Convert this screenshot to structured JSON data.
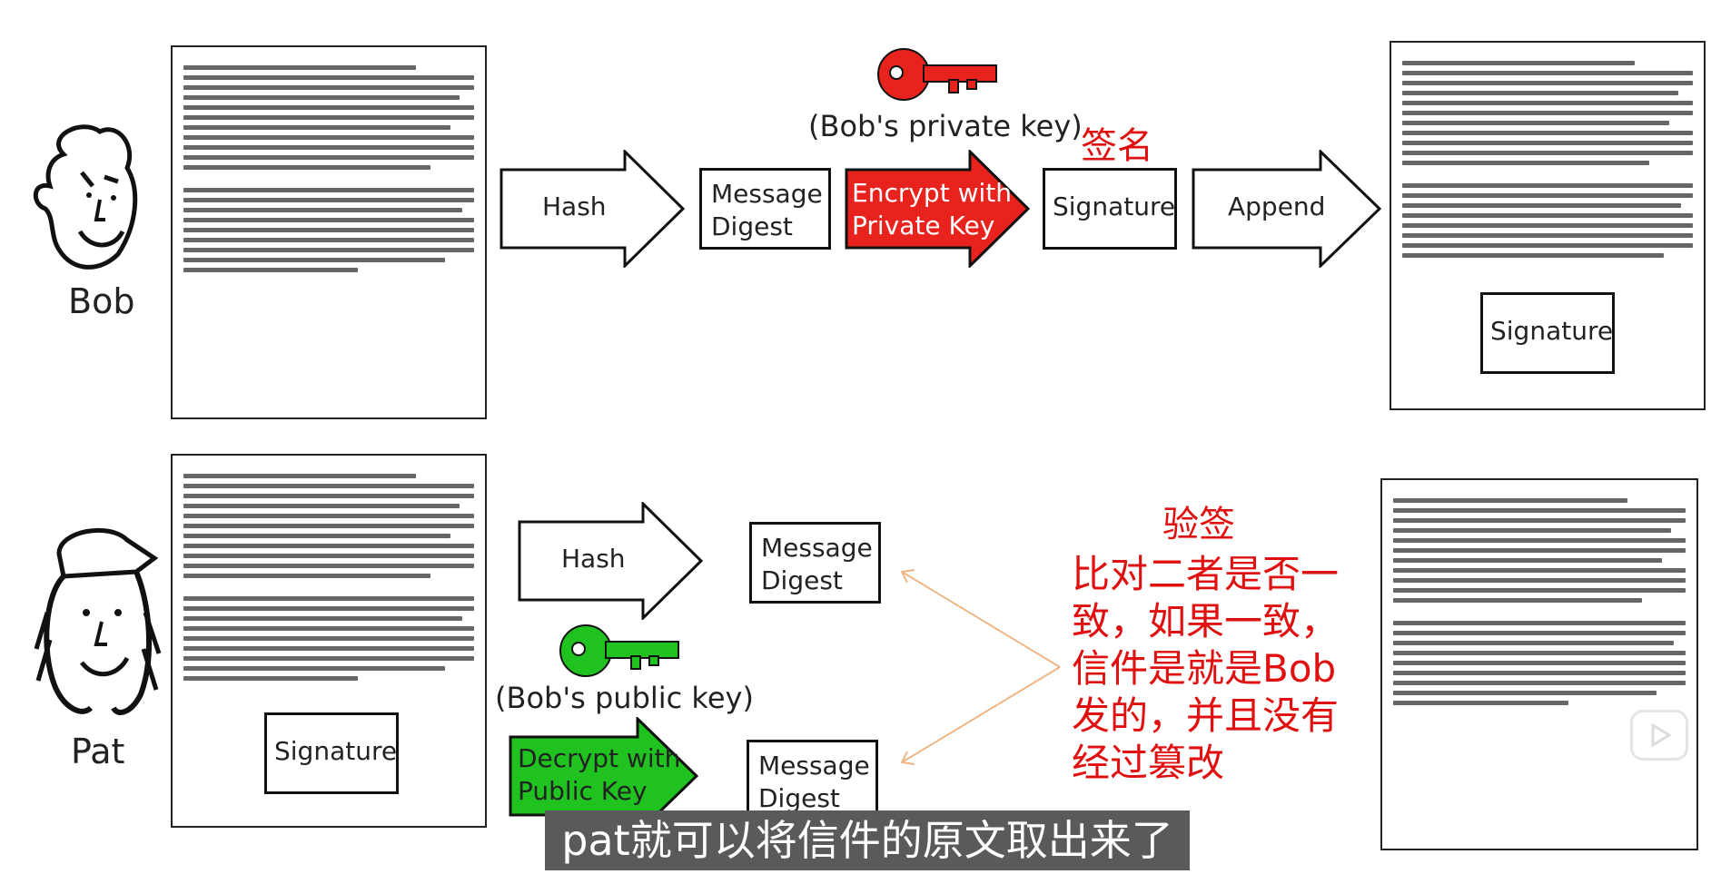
{
  "bob": {
    "name": "Bob"
  },
  "pat": {
    "name": "Pat"
  },
  "sign_flow": {
    "hash": "Hash",
    "digest": "Message\nDigest",
    "encrypt": "Encrypt with\nPrivate Key",
    "private_key_label": "(Bob's private key)",
    "sign_cn": "签名",
    "signature": "Signature",
    "append": "Append",
    "appended_signature": "Signature"
  },
  "verify_flow": {
    "verify_cn": "验签",
    "hash": "Hash",
    "digest_top": "Message\nDigest",
    "public_key_label": "(Bob's public key)",
    "decrypt": "Decrypt with\nPublic Key",
    "digest_bottom": "Message\nDigest",
    "pat_signature": "Signature",
    "compare_text": "比对二者是否一致，如果一致，信件是就是Bob发的，并且没有经过篡改"
  },
  "subtitle": "pat就可以将信件的原文取出来了",
  "colors": {
    "private_key": "#e8221c",
    "public_key": "#1fc21f",
    "note": "#e01010",
    "connector": "#f0b585"
  },
  "icons": [
    "red-key-icon",
    "green-key-icon",
    "play-icon",
    "bob-face-icon",
    "pat-face-icon"
  ]
}
